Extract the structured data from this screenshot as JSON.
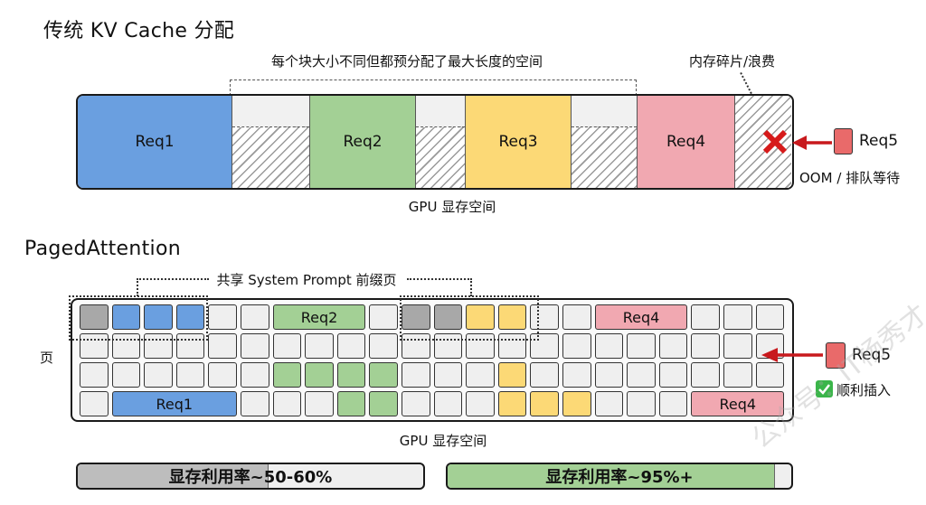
{
  "colors": {
    "req1": "#6a9fe0",
    "req2": "#a3d095",
    "req3": "#fcd976",
    "req4": "#f1a8b1",
    "req5": "#e96a6a",
    "shared": "#a8a8a8",
    "empty": "#efefef",
    "arrow": "#c8191d"
  },
  "traditional": {
    "title": "传统 KV Cache 分配",
    "prealloc_note": "每个块大小不同但都预分配了最大长度的空间",
    "fragment_note": "内存碎片/浪费",
    "axis_label": "GPU 显存空间",
    "segments": [
      {
        "label": "Req1",
        "type": "req1"
      },
      {
        "label": "",
        "type": "reserved"
      },
      {
        "label": "Req2",
        "type": "req2"
      },
      {
        "label": "",
        "type": "reserved"
      },
      {
        "label": "Req3",
        "type": "req3"
      },
      {
        "label": "",
        "type": "reserved"
      },
      {
        "label": "Req4",
        "type": "req4"
      },
      {
        "label": "",
        "type": "waste"
      }
    ],
    "incoming": {
      "label": "Req5",
      "status": "OOM / 排队等待",
      "icon": "cross-icon"
    }
  },
  "paged": {
    "title": "PagedAttention",
    "shared_note": "共享 System Prompt 前缀页",
    "row_axis_label": "页",
    "axis_label": "GPU 显存空间",
    "columns": 22,
    "rows": [
      [
        {
          "span": 1,
          "type": "shared"
        },
        {
          "span": 1,
          "type": "req1"
        },
        {
          "span": 1,
          "type": "req1"
        },
        {
          "span": 1,
          "type": "req1"
        },
        {
          "span": 1,
          "type": "empty"
        },
        {
          "span": 1,
          "type": "empty"
        },
        {
          "span": 3,
          "type": "req2",
          "label": "Req2"
        },
        {
          "span": 1,
          "type": "empty"
        },
        {
          "span": 1,
          "type": "shared"
        },
        {
          "span": 1,
          "type": "shared"
        },
        {
          "span": 1,
          "type": "req3"
        },
        {
          "span": 1,
          "type": "req3"
        },
        {
          "span": 1,
          "type": "empty"
        },
        {
          "span": 1,
          "type": "empty"
        },
        {
          "span": 3,
          "type": "req4",
          "label": "Req4"
        },
        {
          "span": 1,
          "type": "empty"
        },
        {
          "span": 1,
          "type": "empty"
        },
        {
          "span": 1,
          "type": "empty"
        }
      ],
      [
        {
          "span": 1,
          "type": "empty"
        },
        {
          "span": 1,
          "type": "empty"
        },
        {
          "span": 1,
          "type": "empty"
        },
        {
          "span": 1,
          "type": "empty"
        },
        {
          "span": 1,
          "type": "empty"
        },
        {
          "span": 1,
          "type": "empty"
        },
        {
          "span": 1,
          "type": "empty"
        },
        {
          "span": 1,
          "type": "empty"
        },
        {
          "span": 1,
          "type": "empty"
        },
        {
          "span": 1,
          "type": "empty"
        },
        {
          "span": 1,
          "type": "empty"
        },
        {
          "span": 1,
          "type": "empty"
        },
        {
          "span": 1,
          "type": "empty"
        },
        {
          "span": 1,
          "type": "empty"
        },
        {
          "span": 1,
          "type": "empty"
        },
        {
          "span": 1,
          "type": "empty"
        },
        {
          "span": 1,
          "type": "empty"
        },
        {
          "span": 1,
          "type": "empty"
        },
        {
          "span": 1,
          "type": "empty"
        },
        {
          "span": 1,
          "type": "empty"
        },
        {
          "span": 1,
          "type": "empty"
        },
        {
          "span": 1,
          "type": "empty"
        }
      ],
      [
        {
          "span": 1,
          "type": "empty"
        },
        {
          "span": 1,
          "type": "empty"
        },
        {
          "span": 1,
          "type": "empty"
        },
        {
          "span": 1,
          "type": "empty"
        },
        {
          "span": 1,
          "type": "empty"
        },
        {
          "span": 1,
          "type": "empty"
        },
        {
          "span": 1,
          "type": "req2"
        },
        {
          "span": 1,
          "type": "req2"
        },
        {
          "span": 1,
          "type": "req2"
        },
        {
          "span": 1,
          "type": "req2"
        },
        {
          "span": 1,
          "type": "empty"
        },
        {
          "span": 1,
          "type": "empty"
        },
        {
          "span": 1,
          "type": "empty"
        },
        {
          "span": 1,
          "type": "req3"
        },
        {
          "span": 1,
          "type": "empty"
        },
        {
          "span": 1,
          "type": "empty"
        },
        {
          "span": 1,
          "type": "empty"
        },
        {
          "span": 1,
          "type": "empty"
        },
        {
          "span": 1,
          "type": "empty"
        },
        {
          "span": 1,
          "type": "empty"
        },
        {
          "span": 1,
          "type": "empty"
        },
        {
          "span": 1,
          "type": "empty"
        }
      ],
      [
        {
          "span": 1,
          "type": "empty"
        },
        {
          "span": 4,
          "type": "req1",
          "label": "Req1"
        },
        {
          "span": 1,
          "type": "empty"
        },
        {
          "span": 1,
          "type": "empty"
        },
        {
          "span": 1,
          "type": "empty"
        },
        {
          "span": 1,
          "type": "req2"
        },
        {
          "span": 1,
          "type": "req2"
        },
        {
          "span": 1,
          "type": "empty"
        },
        {
          "span": 1,
          "type": "empty"
        },
        {
          "span": 1,
          "type": "empty"
        },
        {
          "span": 1,
          "type": "req3"
        },
        {
          "span": 1,
          "type": "req3"
        },
        {
          "span": 1,
          "type": "req3"
        },
        {
          "span": 1,
          "type": "empty"
        },
        {
          "span": 1,
          "type": "empty"
        },
        {
          "span": 1,
          "type": "empty"
        },
        {
          "span": 3,
          "type": "req4",
          "label": "Req4"
        }
      ]
    ],
    "incoming": {
      "label": "Req5",
      "status": "顺利插入",
      "icon": "check-icon"
    }
  },
  "utilization": [
    {
      "label": "显存利用率~50-60%",
      "fill_fraction": 0.55,
      "fill_color": "#bdbdbd"
    },
    {
      "label": "显存利用率~95%+",
      "fill_fraction": 0.95,
      "fill_color": "#a3d095"
    }
  ],
  "watermark": "公众号：IT杨秀才"
}
